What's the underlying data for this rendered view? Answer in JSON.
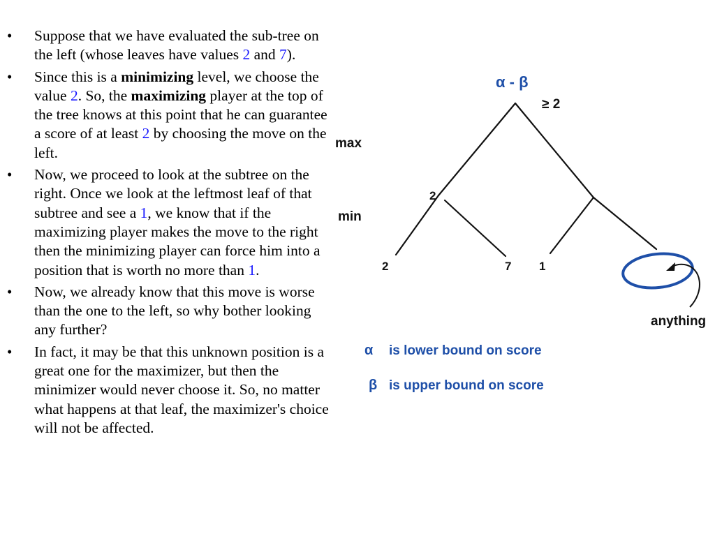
{
  "bullets": [
    {
      "segments": [
        {
          "t": "Suppose that we have evaluated the sub-tree on the left (whose leaves have values ",
          "s": "plain"
        },
        {
          "t": "2",
          "s": "num"
        },
        {
          "t": " and ",
          "s": "plain"
        },
        {
          "t": "7",
          "s": "num"
        },
        {
          "t": ").",
          "s": "plain"
        }
      ]
    },
    {
      "segments": [
        {
          "t": "Since this is a ",
          "s": "plain"
        },
        {
          "t": "minimizing",
          "s": "bold"
        },
        {
          "t": " level, we choose the value ",
          "s": "plain"
        },
        {
          "t": "2",
          "s": "num"
        },
        {
          "t": ". So, the ",
          "s": "plain"
        },
        {
          "t": "maximizing",
          "s": "bold"
        },
        {
          "t": " player at the top of the tree knows at this point that he can guarantee a score of at least ",
          "s": "plain"
        },
        {
          "t": "2",
          "s": "num"
        },
        {
          "t": " by choosing the move on the left.",
          "s": "plain"
        }
      ]
    },
    {
      "segments": [
        {
          "t": "Now, we proceed to look at the subtree on the right. Once we look at the leftmost leaf of that subtree and see a ",
          "s": "plain"
        },
        {
          "t": "1",
          "s": "num"
        },
        {
          "t": ", we know that if the maximizing player makes the move to the right then the minimizing player can force him into a position that is worth no more than ",
          "s": "plain"
        },
        {
          "t": "1",
          "s": "num"
        },
        {
          "t": ".",
          "s": "plain"
        }
      ]
    },
    {
      "segments": [
        {
          "t": "Now, we already know that this move is worse than the one to the left, so why bother looking any further?",
          "s": "plain"
        }
      ]
    },
    {
      "segments": [
        {
          "t": "In fact, it may be that this unknown position is a great one for the maximizer, but then the minimizer would never choose it. So, no matter what happens at that leaf, the maximizer's choice will not be affected.",
          "s": "plain"
        }
      ]
    }
  ],
  "bullet_glyph": "•",
  "diagram": {
    "title": "α - β",
    "root_bound": "≥ 2",
    "level_max": "max",
    "level_min": "min",
    "left_min_value": "2",
    "leaf_values": [
      "2",
      "7",
      "1"
    ],
    "unknown_leaf_label": "anything",
    "legend": [
      {
        "symbol": "α",
        "text": "is lower bound on score"
      },
      {
        "symbol": "β",
        "text": "is upper bound on score"
      }
    ]
  },
  "colors": {
    "number": "#1a1aff",
    "diagram_blue": "#1e4fa8",
    "text": "#000000"
  }
}
